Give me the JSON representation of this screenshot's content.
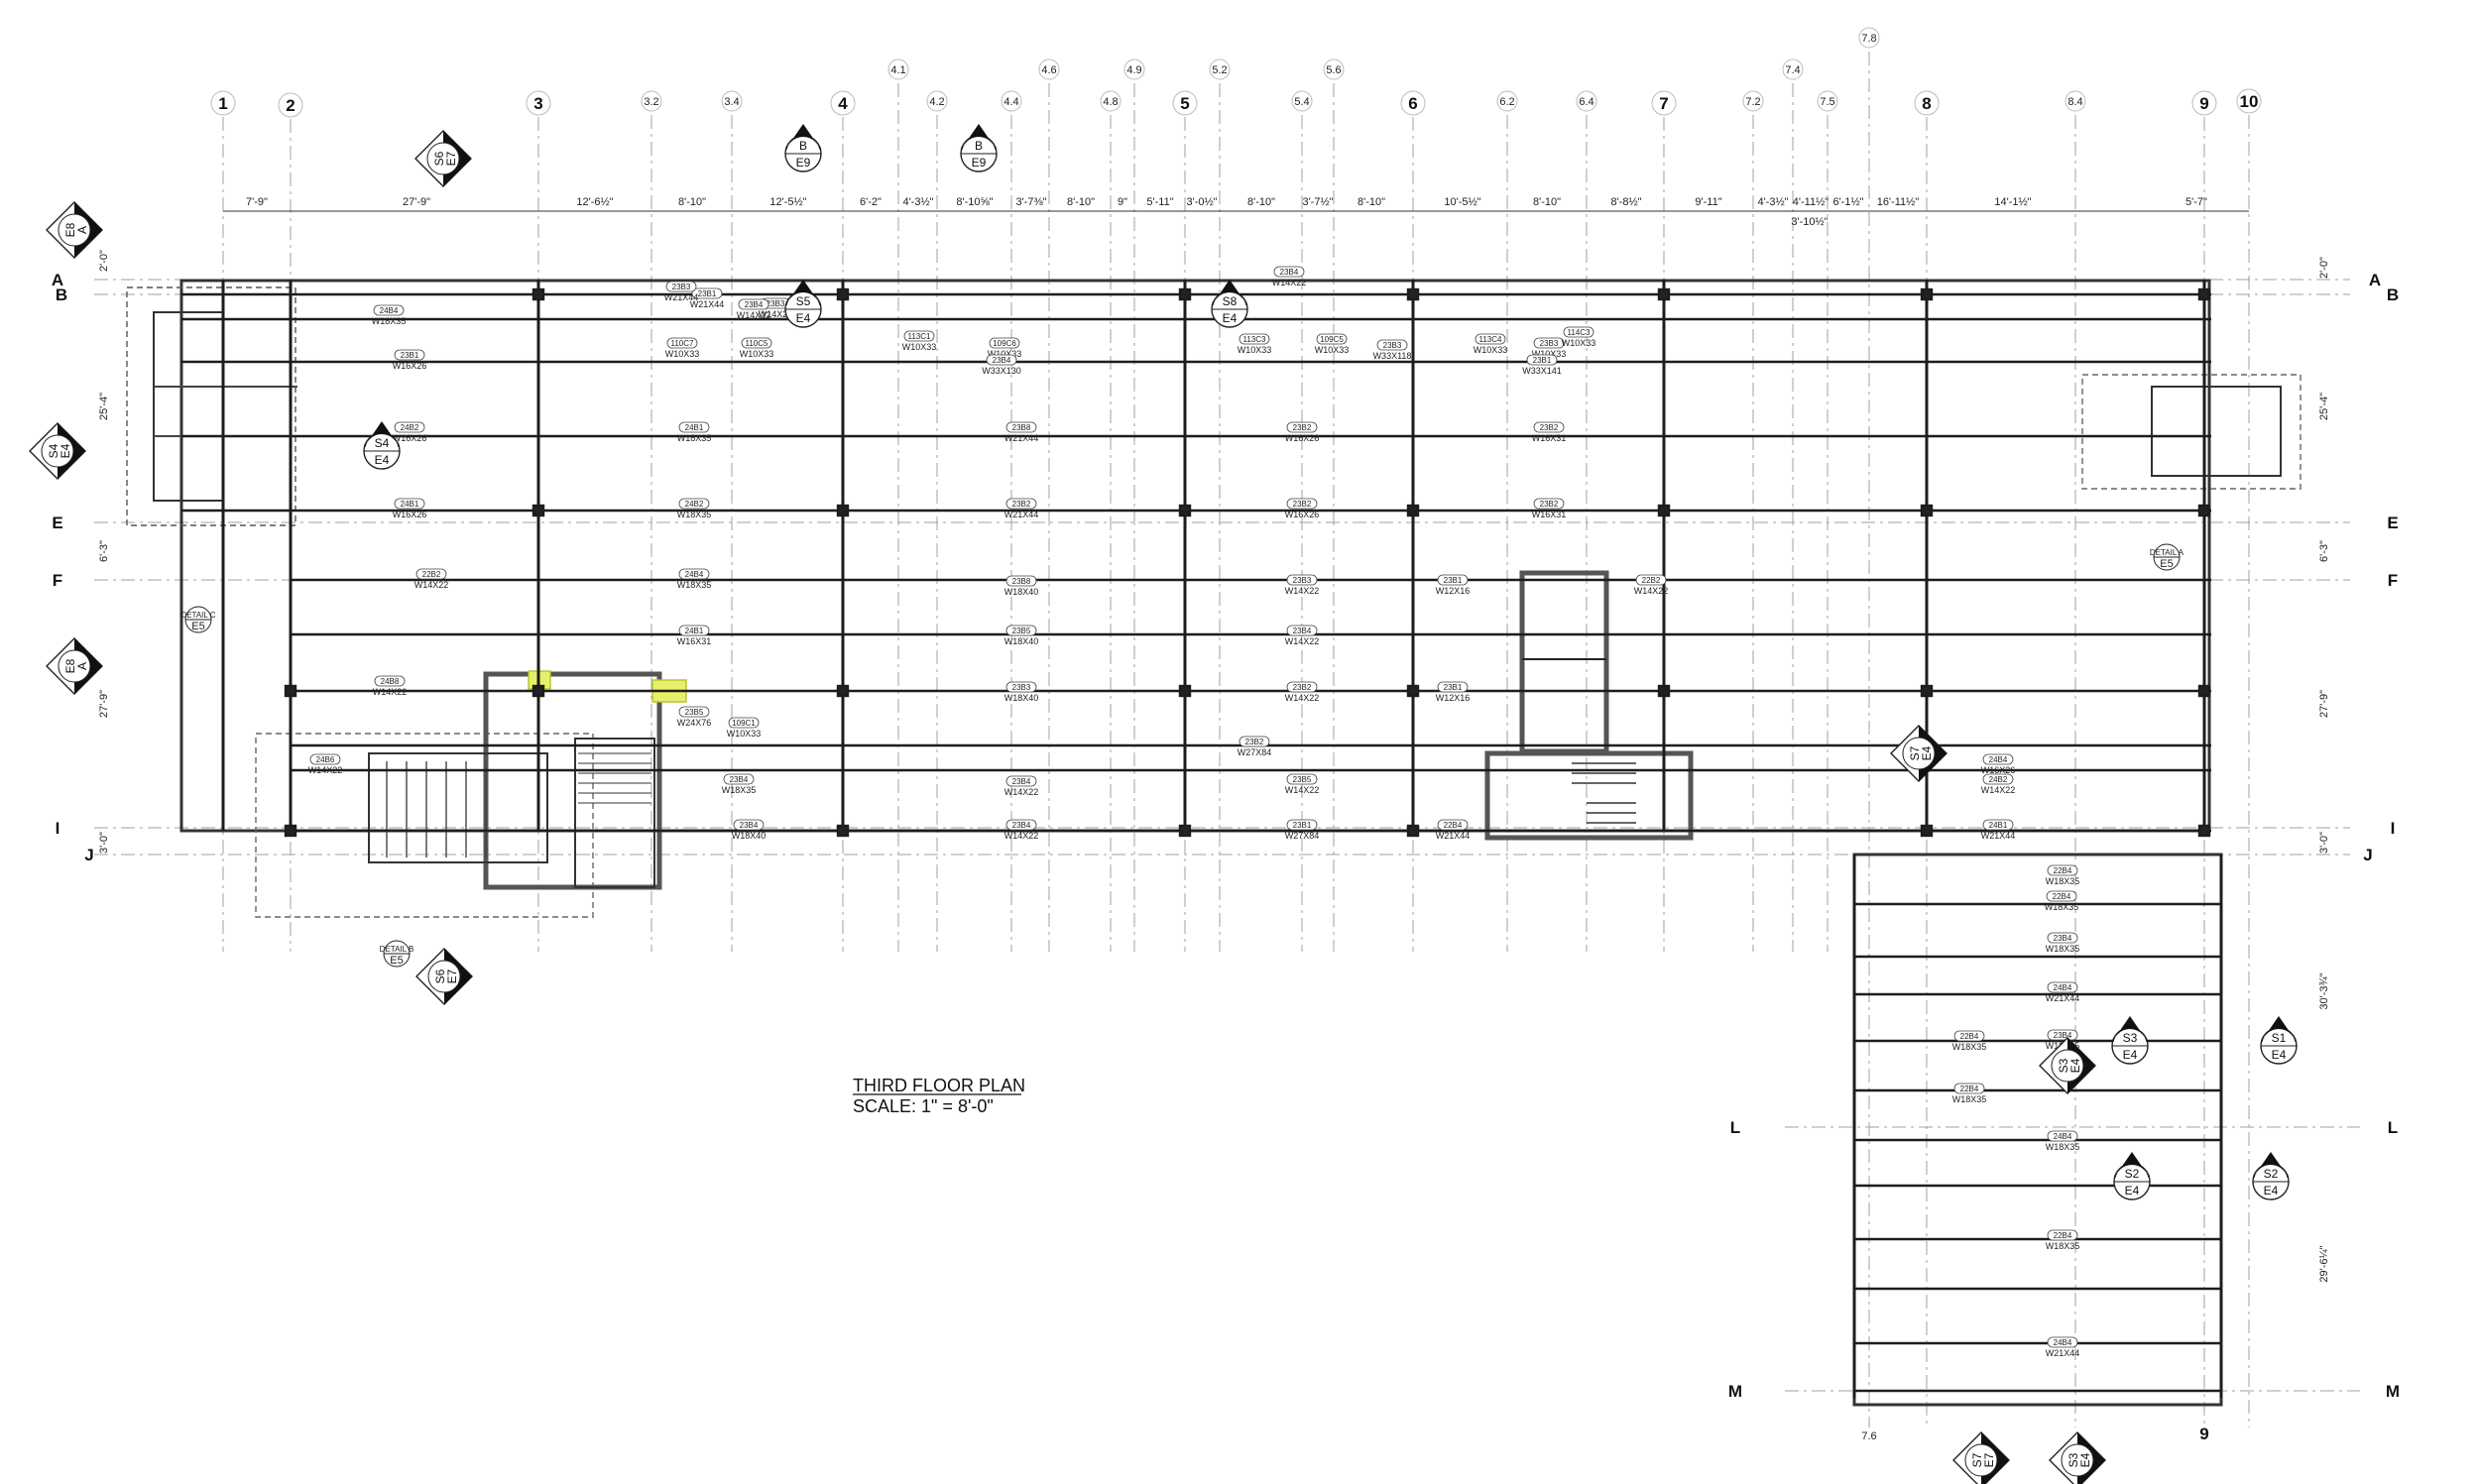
{
  "title": "THIRD FLOOR PLAN",
  "scale": "SCALE: 1\" = 8'-0\"",
  "grid_columns": [
    "1",
    "2",
    "3",
    "3.2",
    "3.4",
    "4",
    "4.1",
    "4.2",
    "4.4",
    "4.6",
    "4.8",
    "4.9",
    "5",
    "5.2",
    "5.4",
    "5.6",
    "6",
    "6.2",
    "6.4",
    "7",
    "7.2",
    "7.4",
    "7.5",
    "7.8",
    "8",
    "8.4",
    "9",
    "10"
  ],
  "grid_rows": [
    "A",
    "B",
    "E",
    "F",
    "I",
    "J",
    "L",
    "M"
  ],
  "bottom_grid_labels": [
    "7.6",
    "9"
  ],
  "top_dimensions": [
    "7'-9\"",
    "27'-9\"",
    "12'-6½\"",
    "8'-10\"",
    "12'-5½\"",
    "6'-2\"",
    "4'-3½\"",
    "8'-10⅝\"",
    "3'-7⅜\"",
    "8'-10\"",
    "9\"",
    "5'-11\"",
    "3'-0½\"",
    "8'-10\"",
    "3'-7½\"",
    "8'-10\"",
    "10'-5½\"",
    "8'-10\"",
    "8'-8½\"",
    "9'-11\"",
    "4'-3½\"",
    "4'-11½\"",
    "6'-1½\"",
    "16'-11½\"",
    "14'-1½\"",
    "5'-7\""
  ],
  "sub_dimension": "3'-10½\"",
  "left_dimensions": [
    "2'-0\"",
    "25'-4\"",
    "6'-3\"",
    "27'-9\"",
    "3'-0\""
  ],
  "right_dimensions": [
    "2'-0\"",
    "25'-4\"",
    "6'-3\"",
    "27'-9\"",
    "3'-0\"",
    "30'-3¾\"",
    "29'-6¼\""
  ],
  "section_markers": [
    "S6/E7",
    "B/E9",
    "B/E9",
    "E8/A",
    "S4/E4",
    "S4/E4",
    "S5/E4",
    "S8/E4",
    "E8/A",
    "S6/E7",
    "S7/E4",
    "S3/E4",
    "S1/E4",
    "S3/E4",
    "S2/E4",
    "S2/E4",
    "S7/E7",
    "S3/E4"
  ],
  "details": [
    "DETAIL C/E5",
    "DETAIL B/E5",
    "DETAIL A/E5"
  ],
  "beams": [
    {
      "tag": "24B4",
      "size": "W18X35"
    },
    {
      "tag": "23B1",
      "size": "W21X44"
    },
    {
      "tag": "23B3",
      "size": "W14X22"
    },
    {
      "tag": "23B3",
      "size": "W21X44"
    },
    {
      "tag": "23B4",
      "size": "W14X22"
    },
    {
      "tag": "23B4",
      "size": "W14X22"
    },
    {
      "tag": "23B1",
      "size": "W16X26"
    },
    {
      "tag": "110C7",
      "size": "W10X33"
    },
    {
      "tag": "110C5",
      "size": "W10X33"
    },
    {
      "tag": "113C1",
      "size": "W10X33"
    },
    {
      "tag": "109C6",
      "size": "W10X33"
    },
    {
      "tag": "23B4",
      "size": "W33X130"
    },
    {
      "tag": "113C3",
      "size": "W10X33"
    },
    {
      "tag": "109C5",
      "size": "W10X33"
    },
    {
      "tag": "23B3",
      "size": "W33X118"
    },
    {
      "tag": "113C4",
      "size": "W10X33"
    },
    {
      "tag": "23B3",
      "size": "W10X33"
    },
    {
      "tag": "114C3",
      "size": "W10X33"
    },
    {
      "tag": "23B1",
      "size": "W33X141"
    },
    {
      "tag": "24B2",
      "size": "W16X26"
    },
    {
      "tag": "24B1",
      "size": "W18X35"
    },
    {
      "tag": "23B8",
      "size": "W21X44"
    },
    {
      "tag": "23B2",
      "size": "W16X26"
    },
    {
      "tag": "23B2",
      "size": "W16X31"
    },
    {
      "tag": "24B1",
      "size": "W16X26"
    },
    {
      "tag": "24B2",
      "size": "W18X35"
    },
    {
      "tag": "23B2",
      "size": "W21X44"
    },
    {
      "tag": "23B2",
      "size": "W16X26"
    },
    {
      "tag": "23B2",
      "size": "W16X31"
    },
    {
      "tag": "22B2",
      "size": "W14X22"
    },
    {
      "tag": "24B4",
      "size": "W18X35"
    },
    {
      "tag": "23B8",
      "size": "W18X40"
    },
    {
      "tag": "23B3",
      "size": "W14X22"
    },
    {
      "tag": "23B1",
      "size": "W12X16"
    },
    {
      "tag": "22B2",
      "size": "W14X22"
    },
    {
      "tag": "24B1",
      "size": "W16X31"
    },
    {
      "tag": "23B5",
      "size": "W18X40"
    },
    {
      "tag": "23B4",
      "size": "W14X22"
    },
    {
      "tag": "24B8",
      "size": "W14X22"
    },
    {
      "tag": "23B3",
      "size": "W18X40"
    },
    {
      "tag": "23B2",
      "size": "W14X22"
    },
    {
      "tag": "23B1",
      "size": "W12X16"
    },
    {
      "tag": "23B5",
      "size": "W24X76"
    },
    {
      "tag": "109C1",
      "size": "W10X33"
    },
    {
      "tag": "23B2",
      "size": "W27X84"
    },
    {
      "tag": "24B6",
      "size": "W14X22"
    },
    {
      "tag": "23B4",
      "size": "W18X35"
    },
    {
      "tag": "23B4",
      "size": "W14X22"
    },
    {
      "tag": "23B5",
      "size": "W14X22"
    },
    {
      "tag": "23B4",
      "size": "W18X40"
    },
    {
      "tag": "23B4",
      "size": "W14X22"
    },
    {
      "tag": "23B1",
      "size": "W27X84"
    },
    {
      "tag": "22B4",
      "size": "W21X44"
    },
    {
      "tag": "24B4",
      "size": "W16X26"
    },
    {
      "tag": "24B2",
      "size": "W14X22"
    },
    {
      "tag": "24B1",
      "size": "W21X44"
    },
    {
      "tag": "22B4",
      "size": "W18X35"
    },
    {
      "tag": "22B4",
      "size": "W18X35"
    },
    {
      "tag": "23B4",
      "size": "W18X35"
    },
    {
      "tag": "24B4",
      "size": "W21X44"
    },
    {
      "tag": "22B4",
      "size": "W18X35"
    },
    {
      "tag": "23B4",
      "size": "W18X35"
    },
    {
      "tag": "22B4",
      "size": "W18X35"
    },
    {
      "tag": "24B4",
      "size": "W18X35"
    },
    {
      "tag": "22B4",
      "size": "W18X35"
    },
    {
      "tag": "24B4",
      "size": "W21X44"
    }
  ],
  "colors": {
    "line": "#222222",
    "grid": "#9a9a9a",
    "highlight": "#e8f06a"
  }
}
